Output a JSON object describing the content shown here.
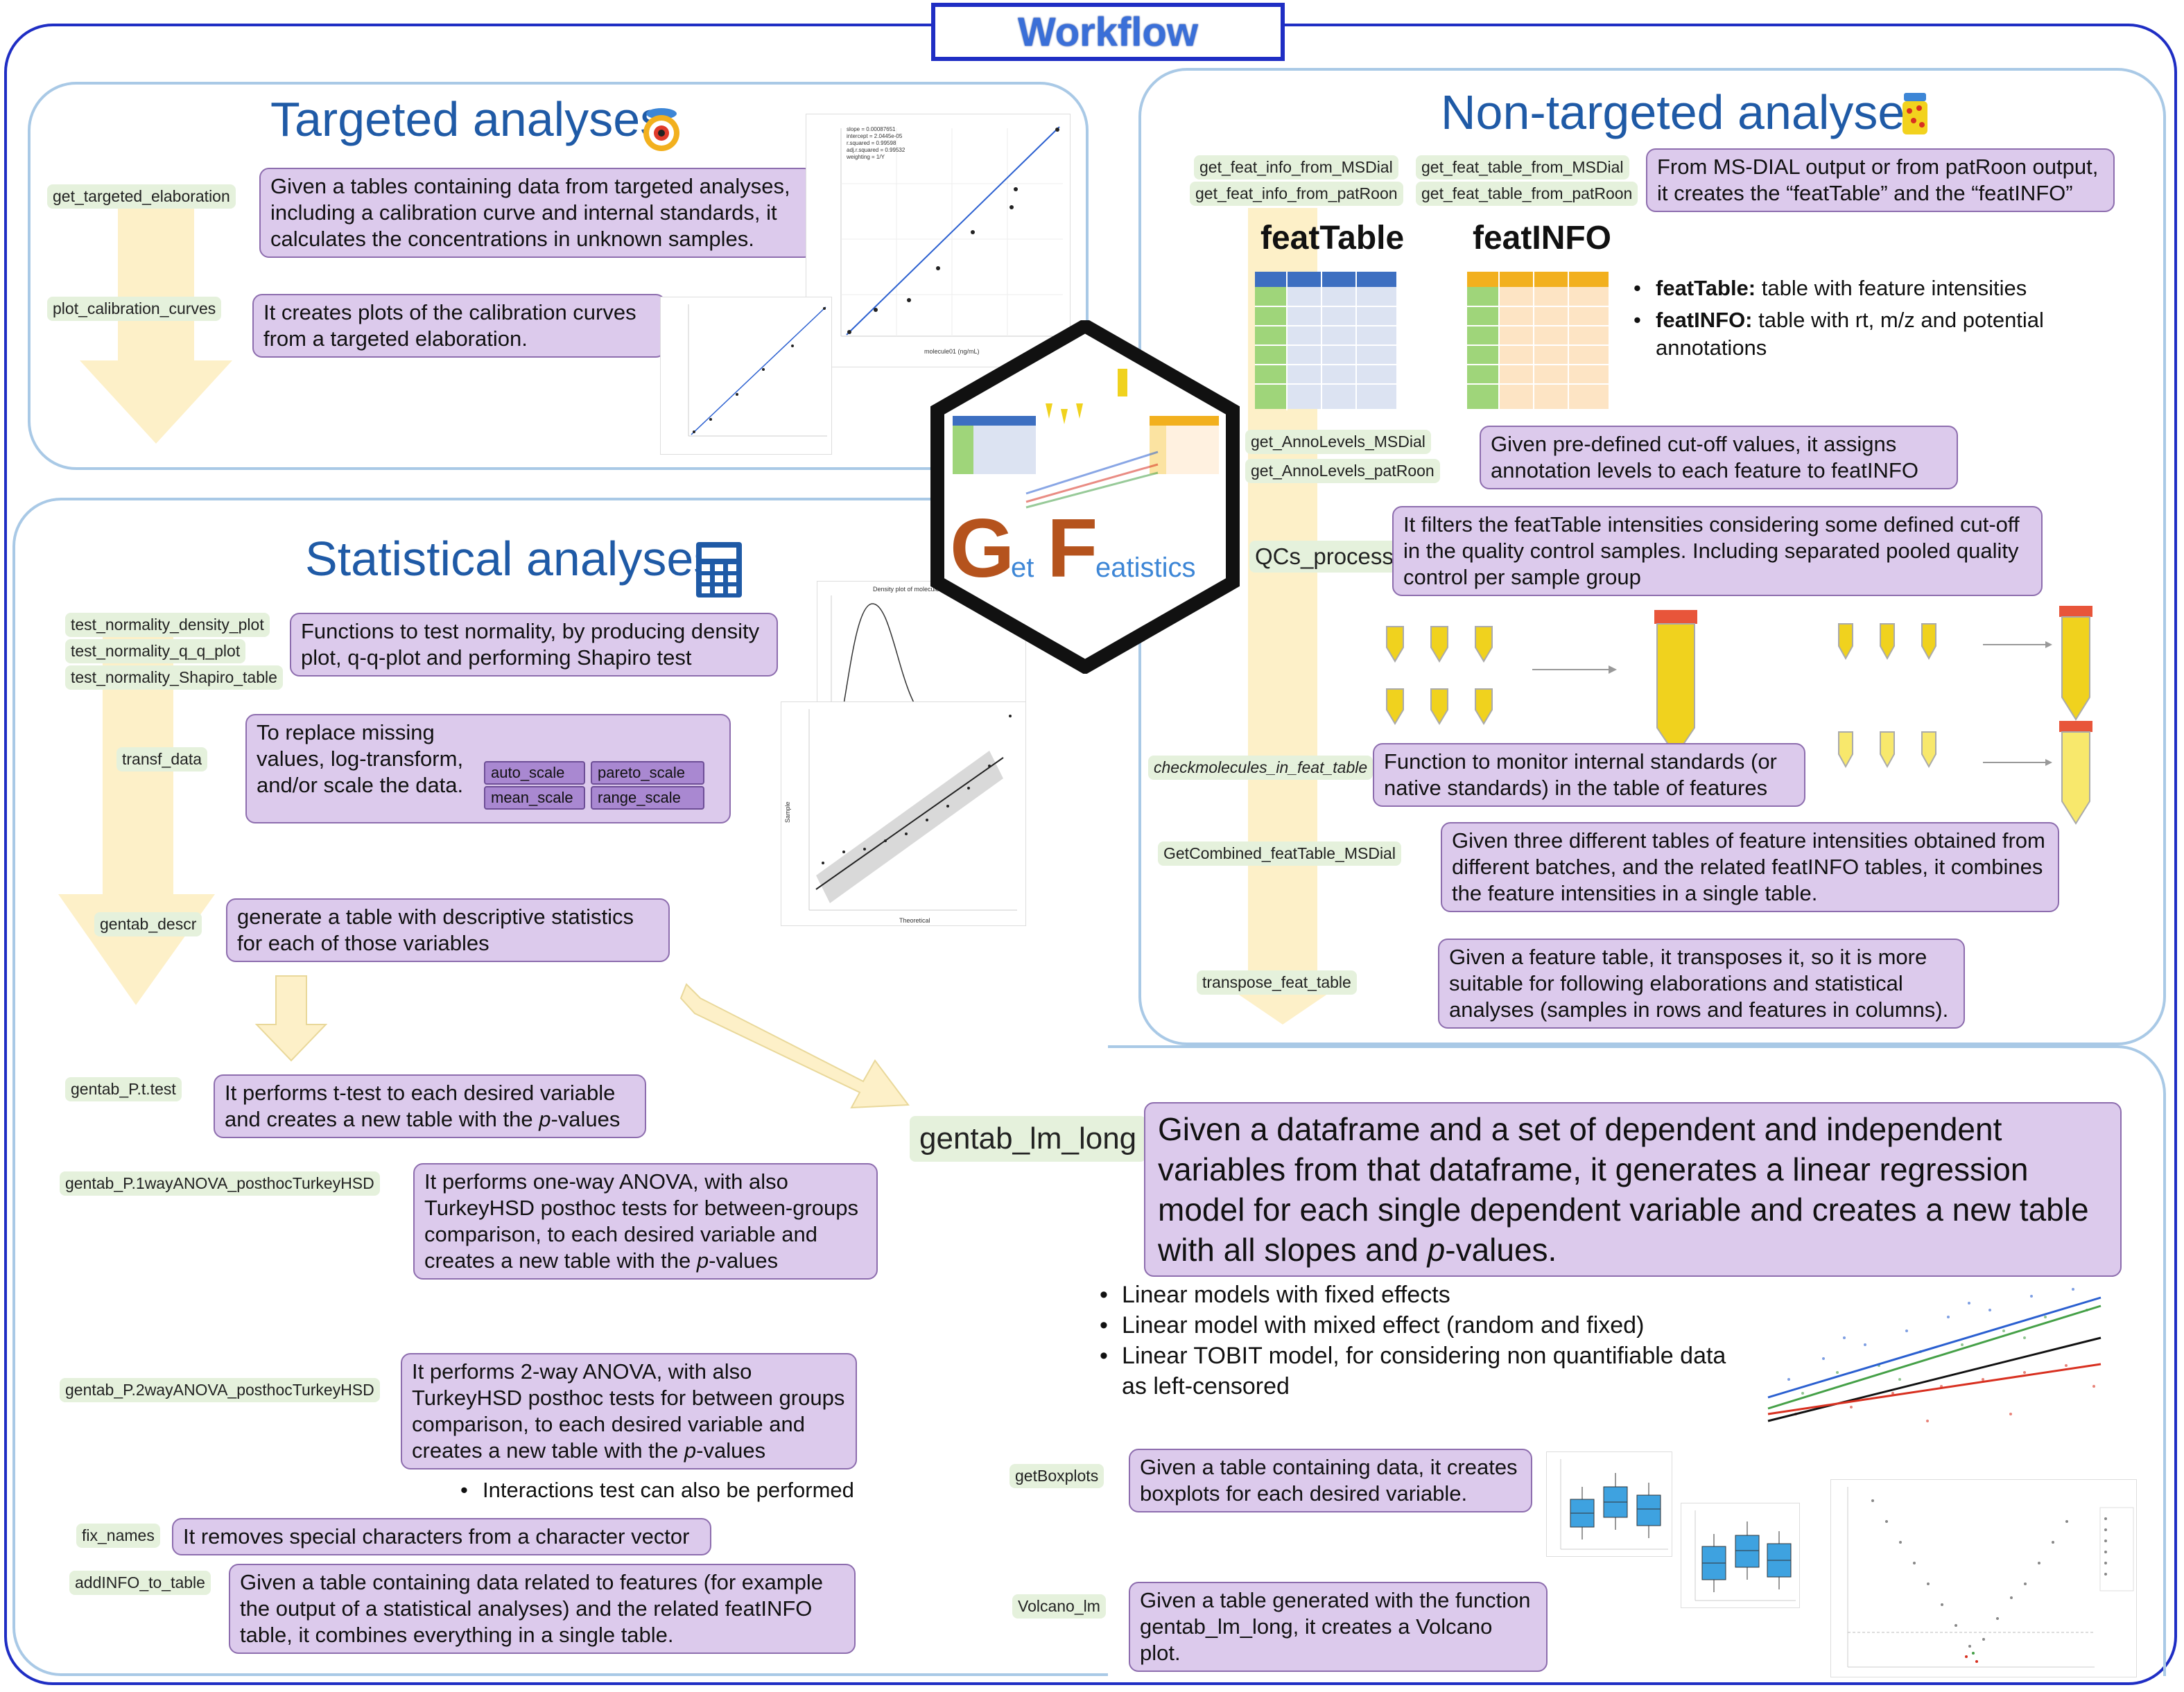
{
  "title": "Workflow",
  "targeted": {
    "title": "Targeted analyses",
    "functions": [
      {
        "name": "get_targeted_elaboration",
        "desc": "Given a tables containing data from targeted analyses, including a calibration curve and internal standards, it calculates the concentrations in unknown samples."
      },
      {
        "name": "plot_calibration_curves",
        "desc": "It creates plots of the calibration curves from a targeted elaboration."
      }
    ],
    "plot_stats": [
      "slope = 0.00087651",
      "intercept = 2.0445e-05",
      "r.squared = 0.99598",
      "adj.r.squared = 0.99532",
      "weighting = 1/Y"
    ],
    "plot_xlabel": "molecule01 (ng/mL)"
  },
  "statistical": {
    "title": "Statistical analyses",
    "normality_functions": [
      "test_normality_density_plot",
      "test_normality_q_q_plot",
      "test_normality_Shapiro_table"
    ],
    "normality_desc": "Functions to test normality, by producing density plot, q-q-plot and performing Shapiro test",
    "transf": {
      "name": "transf_data",
      "desc": "To replace missing values, log-transform, and/or scale the data.",
      "tags": [
        "auto_scale",
        "pareto_scale",
        "mean_scale",
        "range_scale"
      ]
    },
    "descr": {
      "name": "gentab_descr",
      "desc": "generate a table with descriptive statistics for each of those variables"
    },
    "ttest": {
      "name": "gentab_P.t.test",
      "desc_pre": "It performs t-test to each desired variable and creates a new table with the ",
      "desc_p": "p",
      "desc_post": "-values"
    },
    "anova1": {
      "name": "gentab_P.1wayANOVA_posthocTurkeyHSD",
      "desc_pre": "It performs one-way ANOVA, with also TurkeyHSD posthoc tests for between-groups comparison, to each desired variable and creates a new table with the ",
      "desc_p": "p",
      "desc_post": "-values"
    },
    "anova2": {
      "name": "gentab_P.2wayANOVA_posthocTurkeyHSD",
      "desc_pre": "It performs 2-way ANOVA, with also TurkeyHSD posthoc tests for between groups comparison, to each desired variable and creates a new table with the ",
      "desc_p": "p",
      "desc_post": "-values",
      "bullet": "Interactions test can also be performed"
    },
    "fixnames": {
      "name": "fix_names",
      "desc": "It removes special characters from a character vector"
    },
    "addinfo": {
      "name": "addINFO_to_table",
      "desc": "Given a table containing data related to features (for example the output of a statistical analyses) and the related featINFO table, it combines everything in a single table."
    },
    "density_title": "Density plot of molecule01",
    "qq_xlabel": "Theoretical",
    "qq_ylabel": "Sample"
  },
  "logo": {
    "G": "G",
    "et": "et",
    "F": "F",
    "eatistics": "eatistics"
  },
  "nontargeted": {
    "title": "Non-targeted analyses",
    "import_functions": [
      "get_feat_info_from_MSDial",
      "get_feat_info_from_patRoon",
      "get_feat_table_from_MSDial",
      "get_feat_table_from_patRoon"
    ],
    "import_desc": "From MS-DIAL output or from patRoon output, it creates the “featTable” and the “featINFO”",
    "table1": "featTable",
    "table2": "featINFO",
    "bullet1_bold": "featTable:",
    "bullet1_text": " table with feature intensities",
    "bullet2_bold": "featINFO:",
    "bullet2_text": " table with rt, m/z and potential annotations",
    "anno_functions": [
      "get_AnnoLevels_MSDial",
      "get_AnnoLevels_patRoon"
    ],
    "anno_desc": "Given pre-defined cut-off values, it assigns annotation levels to each feature to featINFO",
    "qc": {
      "name": "QCs_process",
      "desc": "It filters the featTable intensities considering some defined cut-off in the quality control samples. Including separated pooled quality control per sample group"
    },
    "check": {
      "name": "checkmolecules_in_feat_table",
      "desc": "Function to monitor internal standards (or native standards) in the table of features"
    },
    "combined": {
      "name": "GetCombined_featTable_MSDial",
      "desc": "Given three different tables of feature intensities obtained from different batches, and the related featINFO tables, it combines the feature intensities in a single table."
    },
    "transpose": {
      "name": "transpose_feat_table",
      "desc": "Given a feature table, it transposes it, so it is more suitable for following elaborations and statistical analyses (samples in rows and features in columns)."
    }
  },
  "lm": {
    "name": "gentab_lm_long",
    "desc_pre": "Given a dataframe and a set of dependent and independent variables from that dataframe, it generates a linear regression model for each single dependent variable and creates a new table with all slopes and ",
    "desc_p": "p",
    "desc_post": "-values.",
    "bullets": [
      "Linear models with fixed effects",
      "Linear model with mixed effect (random and fixed)",
      "Linear TOBIT model, for considering non quantifiable data as left-censored"
    ],
    "boxplots": {
      "name": "getBoxplots",
      "desc": "Given a table containing data, it creates boxplots for each desired variable."
    },
    "volcano": {
      "name": "Volcano_lm",
      "desc": "Given a table generated with the function gentab_lm_long, it creates a Volcano plot."
    }
  },
  "colors": {
    "border": "#1f2ec4",
    "panel": "#a9c9e6",
    "func_bg": "#e5f1dc",
    "desc_bg": "#dccaec",
    "arrow": "#fdf0c8",
    "title": "#1f5aa6",
    "logo_brown": "#b5531d"
  }
}
